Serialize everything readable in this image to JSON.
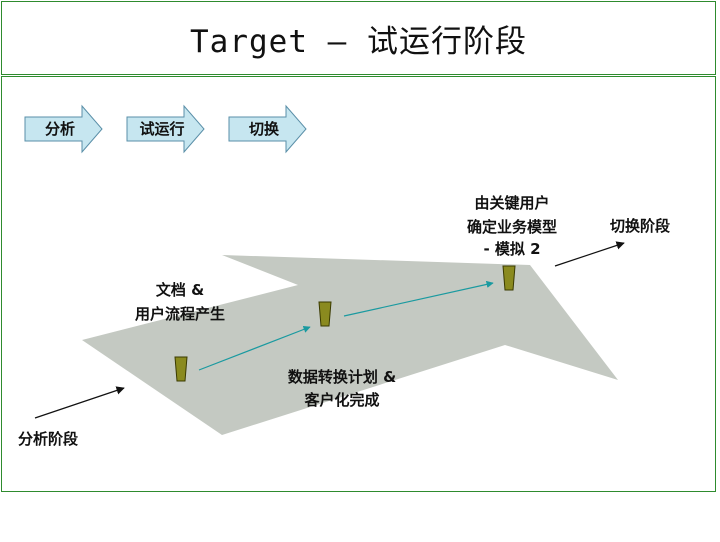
{
  "title": "Target – 试运行阶段",
  "steps": [
    "分析",
    "试运行",
    "切换"
  ],
  "labels": {
    "start_phase": "分析阶段",
    "milestone1_line1": "文档 &",
    "milestone1_line2": "用户流程产生",
    "milestone2_line1": "数据转换计划 &",
    "milestone2_line2": "客户化完成",
    "milestone3_line1": "由关键用户",
    "milestone3_line2": "确定业务模型",
    "milestone3_line3": "- 模拟 2",
    "end_phase": "切换阶段"
  },
  "colors": {
    "border": "#2e8b2e",
    "step_arrow_fill": "#c6e6f0",
    "step_arrow_stroke": "#5a8fa8",
    "shape_fill": "#c4c9c2",
    "marker_fill": "#8a8a1f",
    "connector": "#1a9aa0"
  }
}
